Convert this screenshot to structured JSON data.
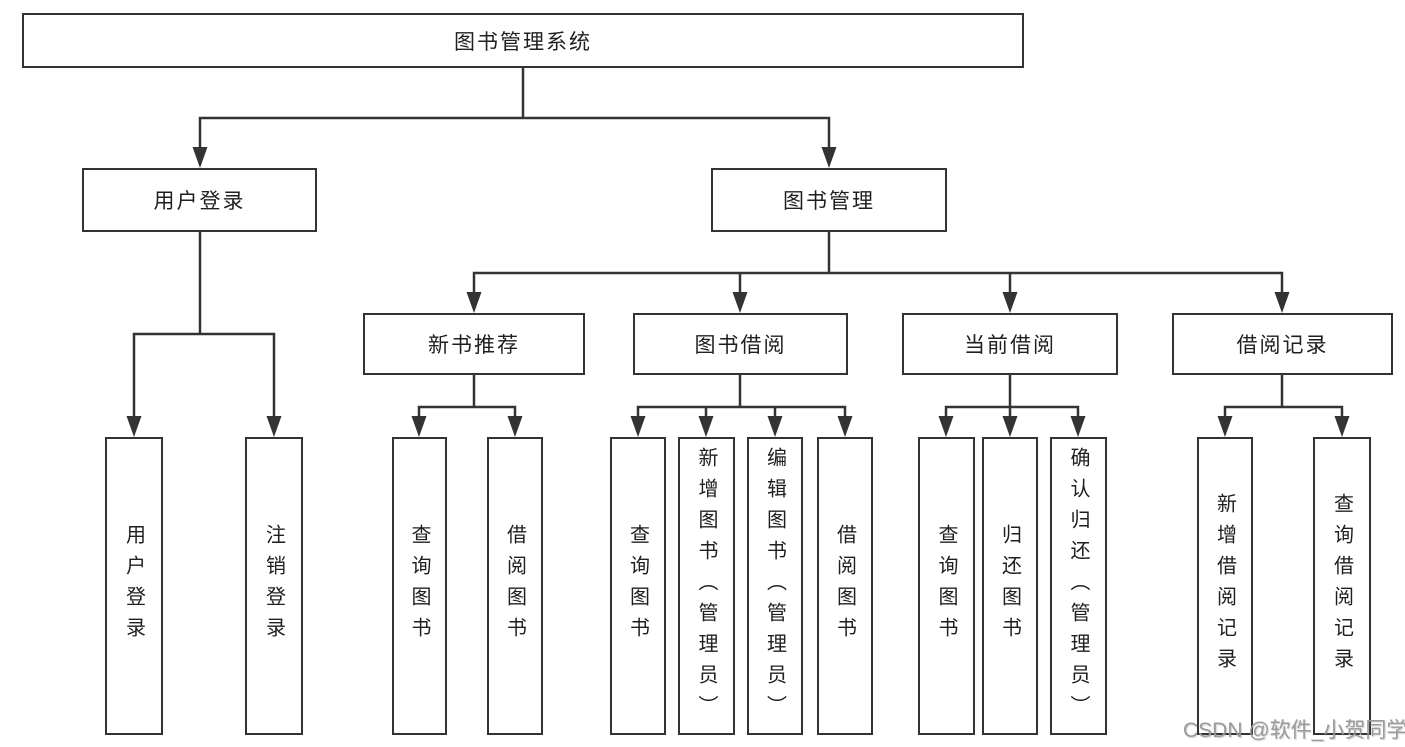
{
  "diagram": {
    "root": {
      "label": "图书管理系统"
    },
    "level2": {
      "user_login": {
        "label": "用户登录"
      },
      "book_management": {
        "label": "图书管理"
      }
    },
    "level3": {
      "new_book_recommend": {
        "label": "新书推荐"
      },
      "book_borrow": {
        "label": "图书借阅"
      },
      "current_borrow": {
        "label": "当前借阅"
      },
      "borrow_records": {
        "label": "借阅记录"
      }
    },
    "leaves": {
      "user_login_leaf": {
        "label": "用户登录"
      },
      "logout_leaf": {
        "label": "注销登录"
      },
      "query_books_recommend": {
        "label": "查询图书"
      },
      "borrow_books_recommend": {
        "label": "借阅图书"
      },
      "query_books_borrow": {
        "label": "查询图书"
      },
      "add_books_admin": {
        "label": "新增图书（管理员）"
      },
      "edit_books_admin": {
        "label": "编辑图书（管理员）"
      },
      "borrow_books_borrow": {
        "label": "借阅图书"
      },
      "query_books_current": {
        "label": "查询图书"
      },
      "return_books": {
        "label": "归还图书"
      },
      "confirm_return_admin": {
        "label": "确认归还（管理员）"
      },
      "add_borrow_record": {
        "label": "新增借阅记录"
      },
      "query_borrow_record": {
        "label": "查询借阅记录"
      }
    }
  },
  "watermark": {
    "text": "CSDN @软件_小贺同学"
  },
  "colors": {
    "line": "#333333",
    "text": "#1f1f1f",
    "watermark": "#9a9a9a",
    "background": "#ffffff"
  }
}
